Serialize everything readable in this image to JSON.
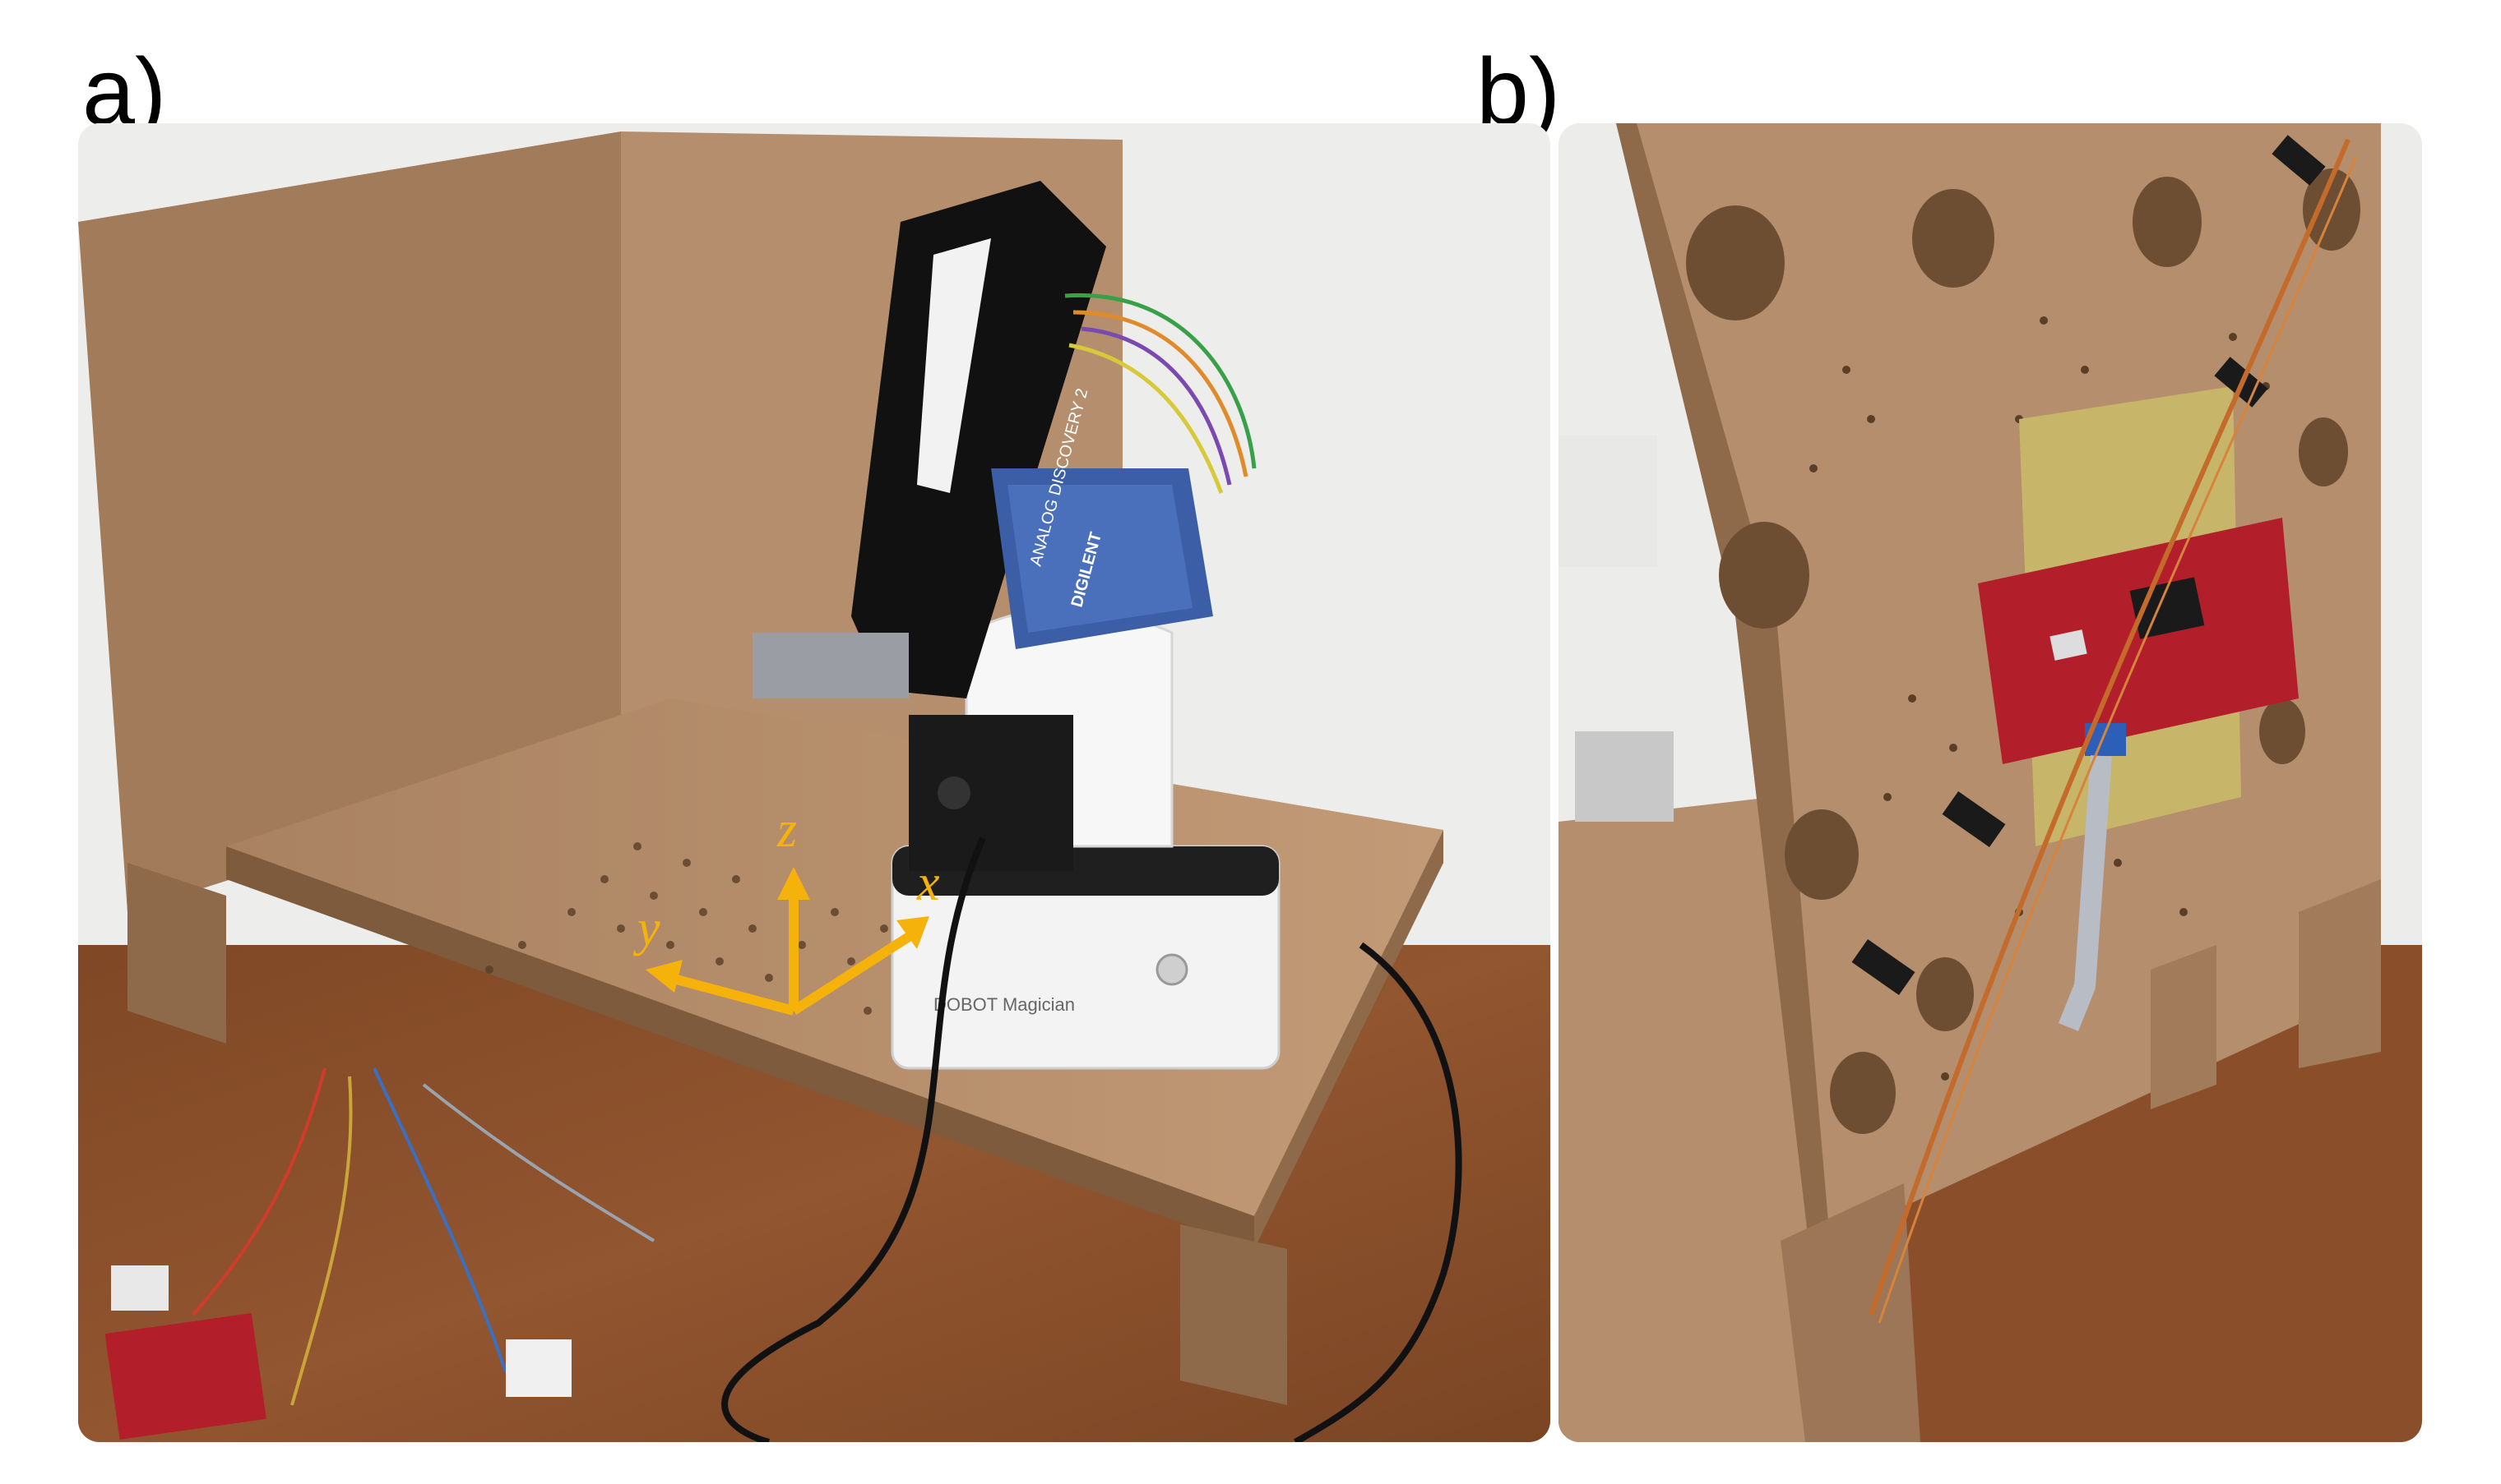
{
  "figure": {
    "panel_a": {
      "label": "a)",
      "description_icon": "robot-arm-photo",
      "axes": {
        "x": "x",
        "y": "y",
        "z": "z"
      },
      "axis_color": "#f5b20a",
      "robot_label": "DOBOT Magician",
      "device_label": "ANALOG DISCOVERY 2",
      "device_brand": "DIGILENT"
    },
    "panel_b": {
      "label": "b)",
      "description_icon": "perforated-board-photo"
    },
    "colors": {
      "mdf_board": "#b8906a",
      "mdf_dark": "#8e6a4a",
      "floor_wood": "#8a4f2a",
      "pcb_red": "#b21f2a",
      "wall": "#eeeeee"
    }
  }
}
